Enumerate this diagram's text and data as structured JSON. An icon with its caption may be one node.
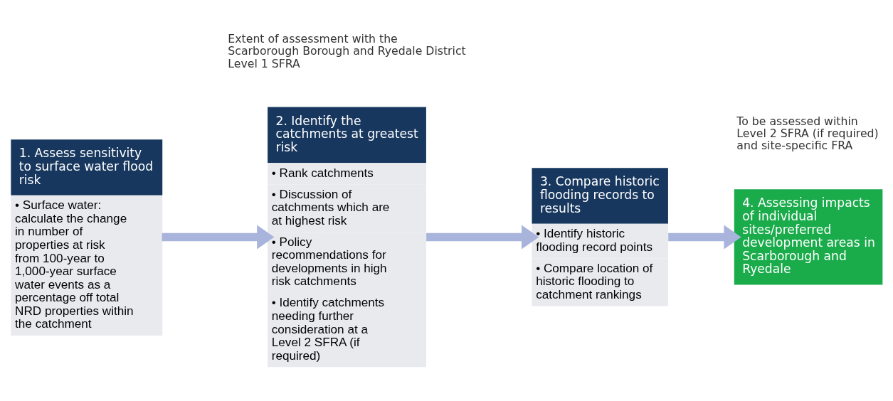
{
  "diagram": {
    "nodes": [
      {
        "text": [
          "1. Assess sensitivity to surface water flood risk",
          "• Surface water: calculate the change in number of properties at risk from 100-year to 1,000-year surface water events as a percentage off total NRD properties within the catchment"
        ]
      },
      {
        "text": [
          "2. Identify the catchments at greatest risk",
          "• Rank catchments",
          "• Discussion of catchments which are at highest risk",
          "• Policy recommendations for developments in high risk catchments",
          "• Identify catchments needing further consideration at a Level 2 SFRA (if required)"
        ]
      },
      {
        "text": [
          "3. Compare historic flooding records to results",
          "• Identify historic flooding record points",
          "• Compare location of historic flooding to catchment rankings"
        ]
      },
      {
        "text": [
          "4. Assessing impacts of individual sites/preferred development areas in Scarborough and Ryedale"
        ]
      }
    ],
    "edges": [
      {
        "from": 0,
        "to": 1,
        "arrow": "to"
      },
      {
        "from": 1,
        "to": 2,
        "arrow": "to"
      },
      {
        "from": 2,
        "to": 3,
        "arrow": "to"
      }
    ],
    "labels": [
      "Extent of assessment with the Scarborough Borough and Ryedale District Level 1 SFRA",
      "To be assessed within Level 2 SFRA (if required) and site-specific FRA"
    ]
  }
}
